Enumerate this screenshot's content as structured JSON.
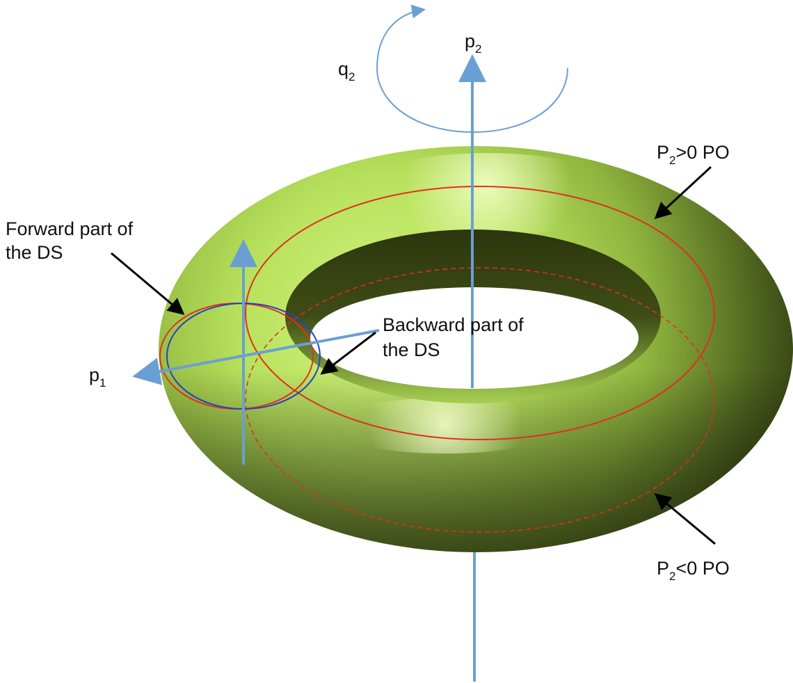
{
  "labels": {
    "p2_axis": {
      "base": "p",
      "sub": "2"
    },
    "q2_rotation": {
      "base": "q",
      "sub": "2"
    },
    "p1_axis": {
      "base": "p",
      "sub": "1"
    },
    "po_positive": {
      "pre": "P",
      "sub": "2",
      "post": ">0 PO"
    },
    "po_negative": {
      "pre": "P",
      "sub": "2",
      "post": "<0 PO"
    },
    "forward_ds": [
      "Forward part of",
      "the DS"
    ],
    "backward_ds": [
      "Backward part of",
      "the DS"
    ]
  },
  "colors": {
    "axis": "#6a9fd3",
    "torus_light": "#c4f26a",
    "torus_dark": "#2f3a12",
    "orbit": "#e0301e",
    "dividing_surface_backward": "#2a3fc4",
    "pointer": "#000000"
  }
}
